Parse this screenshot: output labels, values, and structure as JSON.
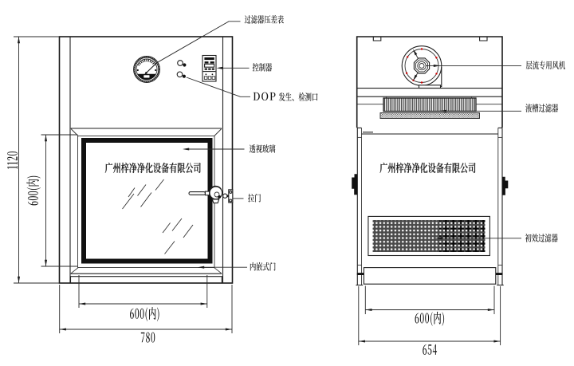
{
  "colors": {
    "ink": "#1a1a1a",
    "accent_red": "#d40000",
    "background": "#ffffff"
  },
  "front_view": {
    "callouts": {
      "pressure_gauge": "过滤器压差表",
      "controller": "控制器",
      "dop_port_code": "DOP",
      "dop_port_text": "发生、检测口",
      "viewing_glass": "透视玻璃",
      "pull_door": "拉门",
      "inset_door": "内嵌式门"
    },
    "company": "广州梓净净化设备有限公司",
    "dimensions": {
      "overall_height": "1120",
      "inner_height": "600(内)",
      "inner_width": "600(内)",
      "overall_width": "780"
    }
  },
  "side_view": {
    "callouts": {
      "fan": "层流专用风机",
      "gel_seal_filter": "液槽过滤器",
      "primary_filter": "初效过滤器"
    },
    "company": "广州梓净净化设备有限公司",
    "dimensions": {
      "inner_depth": "600(内)",
      "overall_depth": "654"
    }
  }
}
